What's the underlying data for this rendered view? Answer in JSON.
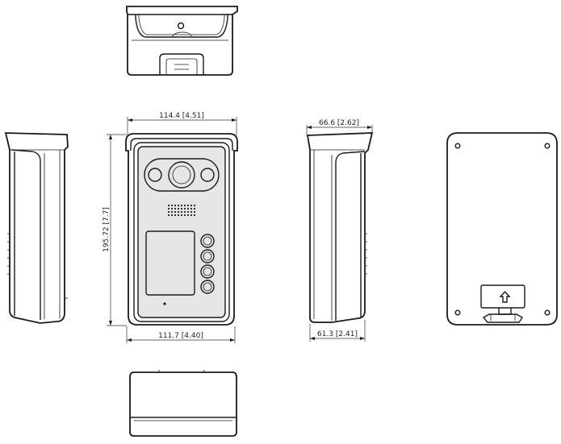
{
  "drawing": {
    "dimensions": {
      "front_width_top": "114.4  [4.51]",
      "front_width_bottom": "111.7  [4.40]",
      "front_height": "195.72  [7.7]",
      "side_depth_top": "66.6  [2.62]",
      "side_depth_bottom": "61.3  [2.41]"
    },
    "views": [
      "top-view",
      "left-side-view",
      "front-view",
      "right-side-view",
      "back-view",
      "bottom-view"
    ],
    "colors": {
      "line": "#1a1a1a",
      "face_fill": "#e6e6e6"
    }
  }
}
